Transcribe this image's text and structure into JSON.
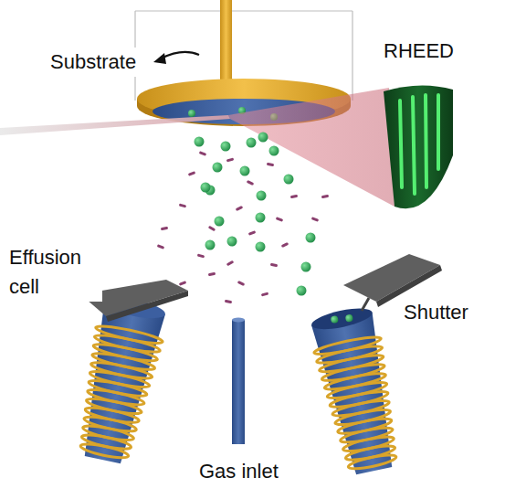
{
  "diagram": {
    "labels": [
      "Substrate",
      "RHEED",
      "Effusion cell",
      "Shutter",
      "Gas inlet"
    ]
  }
}
